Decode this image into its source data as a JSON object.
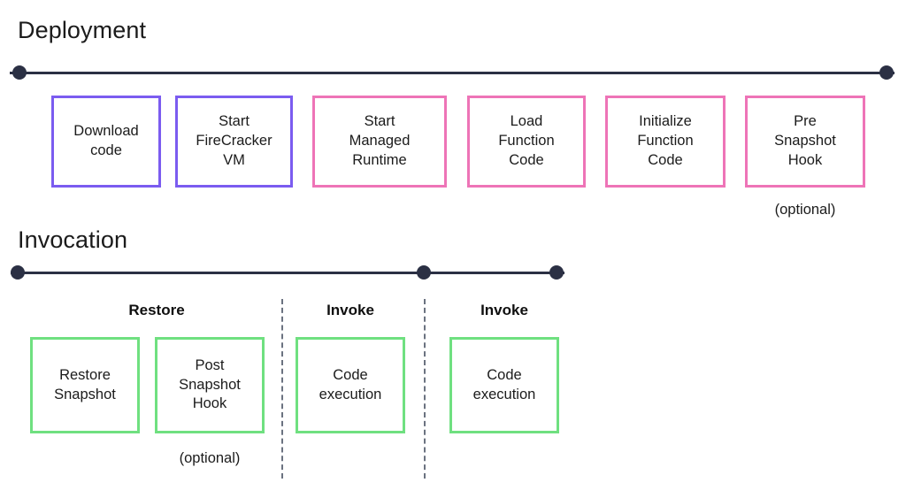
{
  "colors": {
    "purple": "#7b5cf0",
    "pink": "#ee74b7",
    "green": "#6fe080",
    "timeline": "#2b3044",
    "text": "#1b1b1b",
    "divider": "#6b7280",
    "background": "#ffffff"
  },
  "deployment": {
    "title": "Deployment",
    "boxes": [
      {
        "label": "Download\ncode",
        "color": "purple",
        "note": ""
      },
      {
        "label": "Start\nFireCracker\nVM",
        "color": "purple",
        "note": ""
      },
      {
        "label": "Start\nManaged\nRuntime",
        "color": "pink",
        "note": ""
      },
      {
        "label": "Load\nFunction\nCode",
        "color": "pink",
        "note": ""
      },
      {
        "label": "Initialize\nFunction\nCode",
        "color": "pink",
        "note": ""
      },
      {
        "label": "Pre\nSnapshot\nHook",
        "color": "pink",
        "note": "(optional)"
      }
    ]
  },
  "invocation": {
    "title": "Invocation",
    "phases": [
      {
        "label": "Restore"
      },
      {
        "label": "Invoke"
      },
      {
        "label": "Invoke"
      }
    ],
    "boxes": [
      {
        "label": "Restore\nSnapshot",
        "color": "green",
        "note": ""
      },
      {
        "label": "Post\nSnapshot\nHook",
        "color": "green",
        "note": "(optional)"
      },
      {
        "label": "Code\nexecution",
        "color": "green",
        "note": ""
      },
      {
        "label": "Code\nexecution",
        "color": "green",
        "note": ""
      }
    ]
  }
}
